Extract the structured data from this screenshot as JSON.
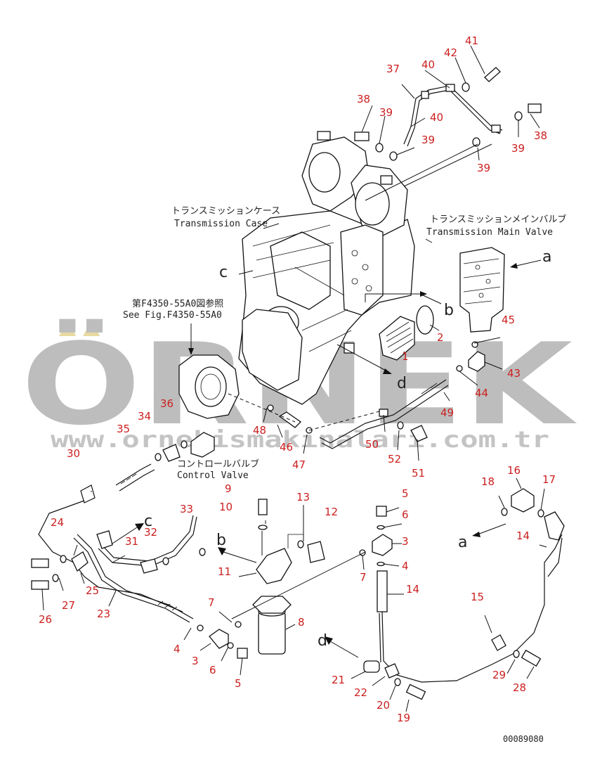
{
  "watermark": {
    "brand": "ÖRNEK",
    "url": "www.ornekismakinalari.com.tr"
  },
  "labels": {
    "case_jp": "トランスミッションケース",
    "case_en": "Transmission Case",
    "valve_jp": "トランスミッションメインバルブ",
    "valve_en": "Transmission Main Valve",
    "ref_jp": "第F4350-55A0図参照",
    "ref_en": "See Fig.F4350-55A0",
    "control_jp": "コントロールバルブ",
    "control_en": "Control Valve"
  },
  "letters": {
    "a": "a",
    "b": "b",
    "c": "c",
    "d": "d"
  },
  "callouts": {
    "n1": "1",
    "n2": "2",
    "n3a": "3",
    "n3b": "3",
    "n4a": "4",
    "n4b": "4",
    "n5a": "5",
    "n5b": "5",
    "n6a": "6",
    "n6b": "6",
    "n7a": "7",
    "n7b": "7",
    "n8": "8",
    "n9": "9",
    "n10": "10",
    "n11": "11",
    "n12": "12",
    "n13": "13",
    "n14a": "14",
    "n14b": "14",
    "n15": "15",
    "n16": "16",
    "n17": "17",
    "n18": "18",
    "n19": "19",
    "n20": "20",
    "n21": "21",
    "n22": "22",
    "n23": "23",
    "n24": "24",
    "n25": "25",
    "n26": "26",
    "n27": "27",
    "n28": "28",
    "n29": "29",
    "n30": "30",
    "n31": "31",
    "n32": "32",
    "n33": "33",
    "n34": "34",
    "n35": "35",
    "n36": "36",
    "n37": "37",
    "n38a": "38",
    "n38b": "38",
    "n39a": "39",
    "n39b": "39",
    "n39c": "39",
    "n39d": "39",
    "n40a": "40",
    "n40b": "40",
    "n41": "41",
    "n42": "42",
    "n43": "43",
    "n44": "44",
    "n45": "45",
    "n46": "46",
    "n47": "47",
    "n48": "48",
    "n49": "49",
    "n50": "50",
    "n51": "51",
    "n52": "52"
  },
  "drawing_code": "00089080",
  "colors": {
    "callout": "#cc1f1f",
    "line": "#111111",
    "watermark": "#bdbdbd",
    "watermark_accent": "#e8d9a0"
  }
}
